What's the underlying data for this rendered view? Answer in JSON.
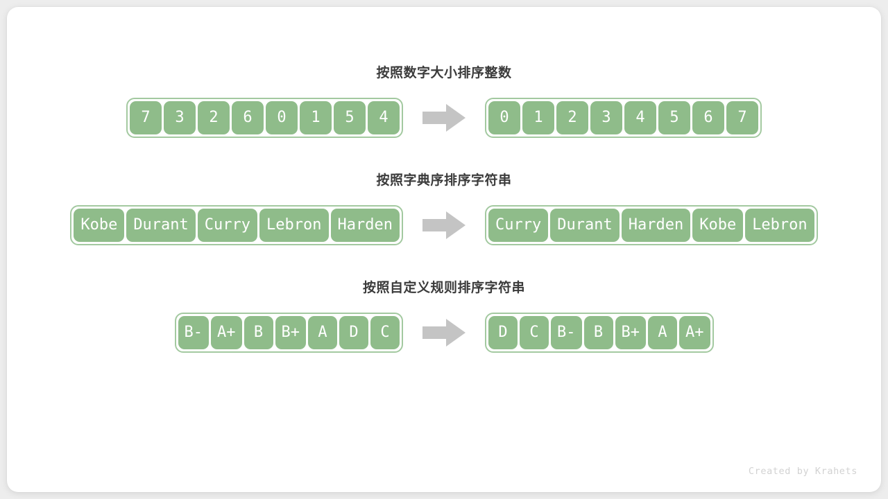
{
  "footer": {
    "credit": "Created by Krahets"
  },
  "arrow": {
    "icon": "right-block-arrow-icon",
    "color": "#c4c4c4"
  },
  "colors": {
    "cell_fill": "#8fbc8a",
    "array_border": "#a3c9a0",
    "title_text": "#3b3b3b",
    "cell_text": "#ffffff",
    "card_bg": "#ffffff",
    "page_bg": "#ededed",
    "footer_text": "#d2d2d2"
  },
  "sections": [
    {
      "title": "按照数字大小排序整数",
      "kind": "nums",
      "input": [
        "7",
        "3",
        "2",
        "6",
        "0",
        "1",
        "5",
        "4"
      ],
      "output": [
        "0",
        "1",
        "2",
        "3",
        "4",
        "5",
        "6",
        "7"
      ]
    },
    {
      "title": "按照字典序排序字符串",
      "kind": "words",
      "input": [
        "Kobe",
        "Durant",
        "Curry",
        "Lebron",
        "Harden"
      ],
      "output": [
        "Curry",
        "Durant",
        "Harden",
        "Kobe",
        "Lebron"
      ]
    },
    {
      "title": "按照自定义规则排序字符串",
      "kind": "grades",
      "input": [
        "B-",
        "A+",
        "B",
        "B+",
        "A",
        "D",
        "C"
      ],
      "output": [
        "D",
        "C",
        "B-",
        "B",
        "B+",
        "A",
        "A+"
      ]
    }
  ]
}
